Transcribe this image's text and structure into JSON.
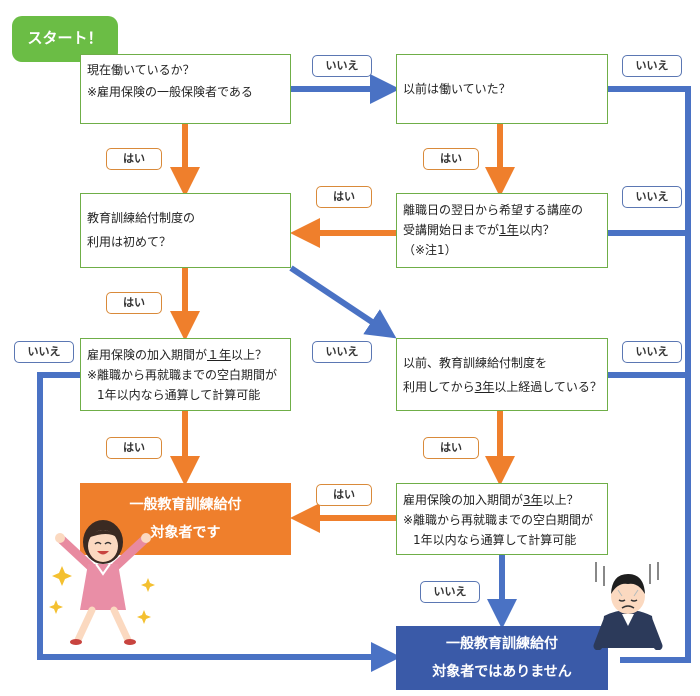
{
  "start": "スタート！",
  "q1": {
    "line1": "現在働いているか？",
    "line2": "※雇用保険の一般保険者である"
  },
  "q2": {
    "line1": "以前は働いていた？"
  },
  "q3": {
    "line1": "離職日の翌日から希望する講座の",
    "line2a": "受講開始日までが",
    "line2u": "1年",
    "line2b": "以内？",
    "line3": "（※注1）"
  },
  "q4": {
    "line1": "教育訓練給付制度の",
    "line2": "利用は初めて？"
  },
  "q5": {
    "line1a": "雇用保険の加入期間が",
    "line1u": "１年",
    "line1b": "以上？",
    "line2": "※離職から再就職までの空白期間が",
    "line3": "1年以内なら通算して計算可能"
  },
  "q6": {
    "line1": "以前、教育訓練給付制度を",
    "line2a": "利用してから",
    "line2u": "3年",
    "line2b": "以上経過している？"
  },
  "q7": {
    "line1a": "雇用保険の加入期間が",
    "line1u": "3年",
    "line1b": "以上？",
    "line2": "※離職から再就職までの空白期間が",
    "line3": "1年以内なら通算して計算可能"
  },
  "result_yes": {
    "line1": "一般教育訓練給付",
    "line2": "対象者です"
  },
  "result_no": {
    "line1": "一般教育訓練給付",
    "line2": "対象者ではありません"
  },
  "labels": {
    "yes": "はい",
    "no": "いいえ"
  },
  "colors": {
    "orange": "#ef7f2c",
    "blue": "#4a72c4",
    "green": "#6bbd45",
    "box_border": "#6fae48",
    "navy": "#3a5aa8"
  },
  "icons": {
    "happy": "happy-woman-illustration",
    "sad": "sad-man-illustration"
  }
}
